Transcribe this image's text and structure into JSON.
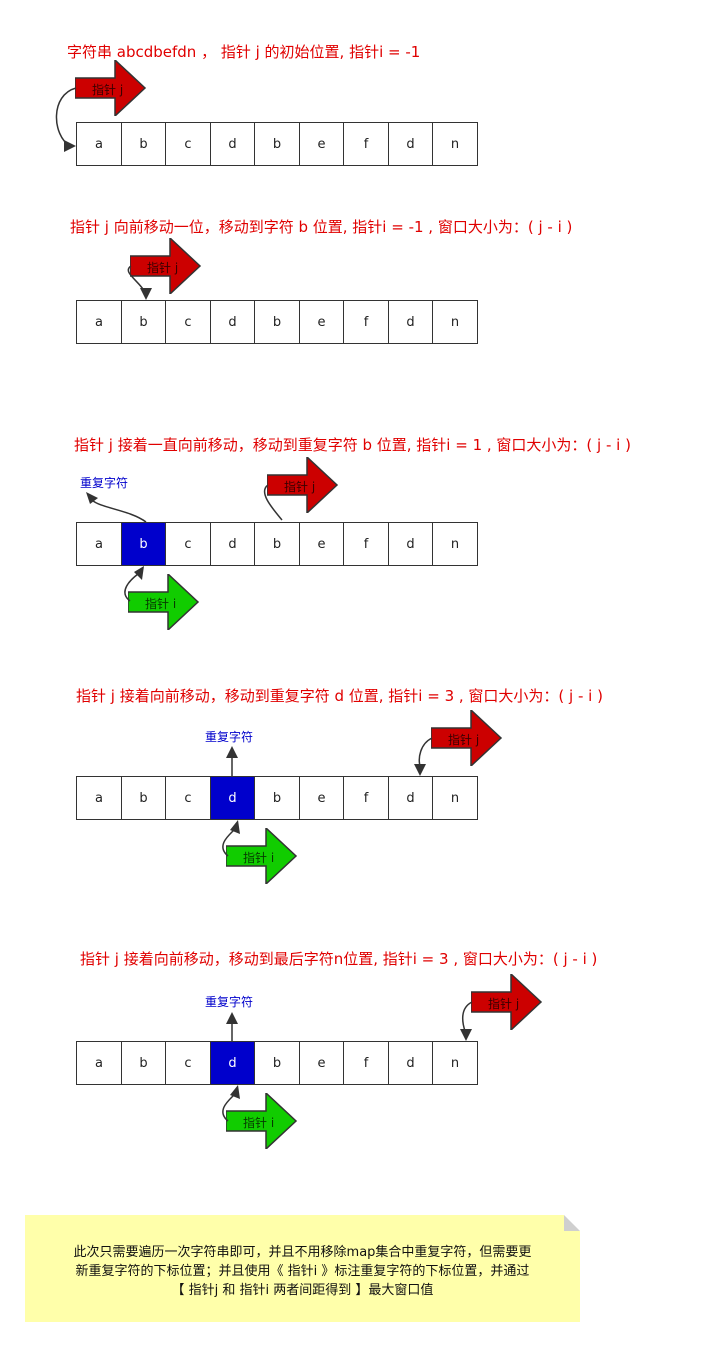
{
  "steps": [
    {
      "title": "字符串 abcdbefdn ， 指针 j 的初始位置, 指针i = -1",
      "cells": [
        "a",
        "b",
        "c",
        "d",
        "b",
        "e",
        "f",
        "d",
        "n"
      ],
      "duplicate_index": null,
      "pointer_j_label": "指针 j",
      "pointer_i_label": null,
      "duplicate_label": null
    },
    {
      "title": "指针 j 向前移动一位，移动到字符 b 位置,  指针i = -1 , 窗口大小为：(  j - i )",
      "cells": [
        "a",
        "b",
        "c",
        "d",
        "b",
        "e",
        "f",
        "d",
        "n"
      ],
      "duplicate_index": null,
      "pointer_j_label": "指针 j",
      "pointer_i_label": null,
      "duplicate_label": null
    },
    {
      "title": "指针 j 接着一直向前移动，移动到重复字符 b 位置,  指针i = 1 ,  窗口大小为：(  j - i )",
      "cells": [
        "a",
        "b",
        "c",
        "d",
        "b",
        "e",
        "f",
        "d",
        "n"
      ],
      "duplicate_index": 1,
      "pointer_j_label": "指针 j",
      "pointer_i_label": "指针 i",
      "duplicate_label": "重复字符"
    },
    {
      "title": "指针 j 接着向前移动，移动到重复字符 d 位置,  指针i = 3 , 窗口大小为：(  j - i )",
      "cells": [
        "a",
        "b",
        "c",
        "d",
        "b",
        "e",
        "f",
        "d",
        "n"
      ],
      "duplicate_index": 3,
      "pointer_j_label": "指针 j",
      "pointer_i_label": "指针 i",
      "duplicate_label": "重复字符"
    },
    {
      "title": "指针 j 接着向前移动，移动到最后字符n位置,  指针i = 3 , 窗口大小为：(  j - i )",
      "cells": [
        "a",
        "b",
        "c",
        "d",
        "b",
        "e",
        "f",
        "d",
        "n"
      ],
      "duplicate_index": 3,
      "pointer_j_label": "指针 j",
      "pointer_i_label": "指针 i",
      "duplicate_label": "重复字符"
    }
  ],
  "note": {
    "lines": [
      "此次只需要遍历一次字符串即可，并且不用移除map集合中重复字符，但需要更",
      "新重复字符的下标位置；并且使用《 指针i  》标注重复字符的下标位置，并通过",
      "【 指针j 和 指针i 两者间距得到 】最大窗口值"
    ]
  },
  "colors": {
    "title": "#e00000",
    "pointer_j": "#cc0000",
    "pointer_i": "#11cc00",
    "duplicate_cell": "#0000cc",
    "duplicate_label": "#0000cc",
    "note_background": "#ffffaa"
  }
}
